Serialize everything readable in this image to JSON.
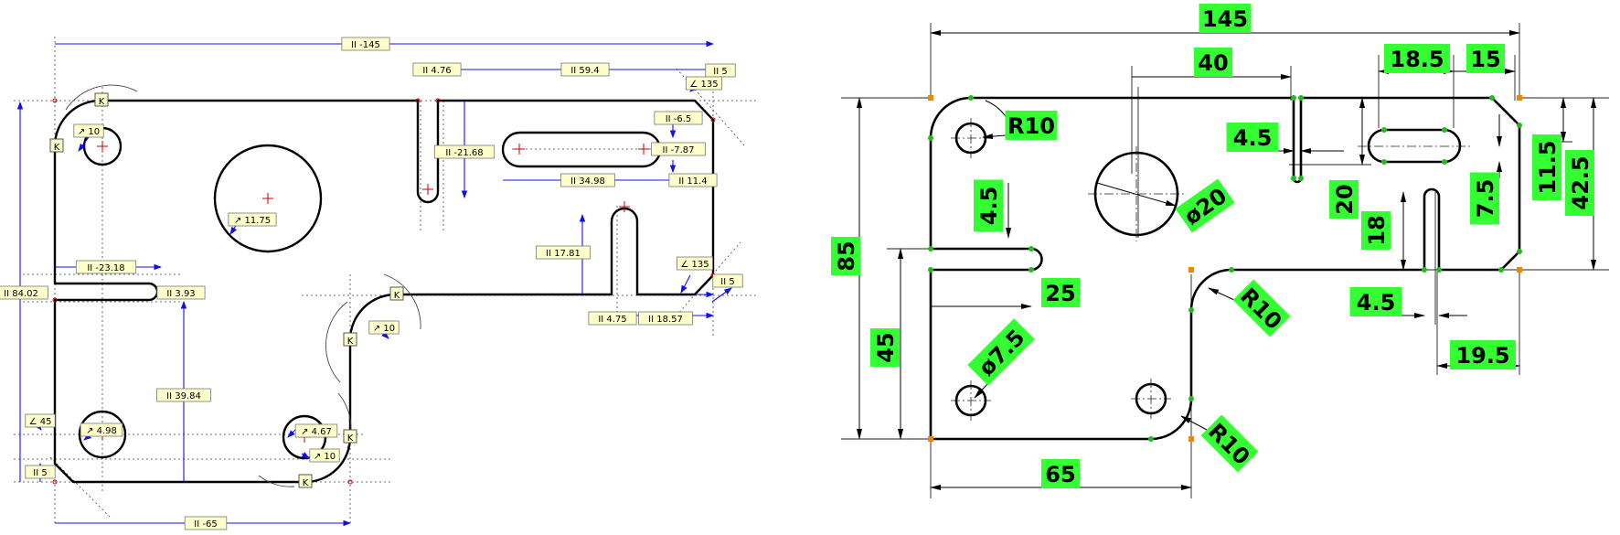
{
  "left_sketch": {
    "dimensions": [
      {
        "id": "d145",
        "sym": "II",
        "val": "-145"
      },
      {
        "id": "d59_4",
        "sym": "II",
        "val": "59.4"
      },
      {
        "id": "d4_76",
        "sym": "II",
        "val": "4.76"
      },
      {
        "id": "d21_68",
        "sym": "II",
        "val": "-21.68"
      },
      {
        "id": "d34_98",
        "sym": "II",
        "val": "34.98"
      },
      {
        "id": "d6_5",
        "sym": "II",
        "val": "-6.5"
      },
      {
        "id": "d7_87",
        "sym": "II",
        "val": "-7.87"
      },
      {
        "id": "d11_4",
        "sym": "II",
        "val": "11.4"
      },
      {
        "id": "d17_81",
        "sym": "II",
        "val": "17.81"
      },
      {
        "id": "d5a",
        "sym": "II",
        "val": "5"
      },
      {
        "id": "d5b",
        "sym": "II",
        "val": "5"
      },
      {
        "id": "d4_75",
        "sym": "II",
        "val": "4.75"
      },
      {
        "id": "d18_57",
        "sym": "II",
        "val": "18.57"
      },
      {
        "id": "d84_02",
        "sym": "II",
        "val": "84.02"
      },
      {
        "id": "d23_18",
        "sym": "II",
        "val": "-23.18"
      },
      {
        "id": "d3_93",
        "sym": "II",
        "val": "3.93"
      },
      {
        "id": "d39_84",
        "sym": "II",
        "val": "39.84"
      },
      {
        "id": "d5c",
        "sym": "II",
        "val": "5"
      },
      {
        "id": "d65",
        "sym": "II",
        "val": "-65"
      }
    ],
    "radii": [
      {
        "id": "r10a",
        "sym": "↗",
        "val": "10"
      },
      {
        "id": "r11_75",
        "sym": "↗",
        "val": "11.75"
      },
      {
        "id": "r10b",
        "sym": "↗",
        "val": "10"
      },
      {
        "id": "r4_98",
        "sym": "↗",
        "val": "4.98"
      },
      {
        "id": "r4_67",
        "sym": "↗",
        "val": "4.67"
      },
      {
        "id": "r10c",
        "sym": "↗",
        "val": "10"
      }
    ],
    "angles": [
      {
        "id": "a135a",
        "sym": "∠",
        "val": "135"
      },
      {
        "id": "a135b",
        "sym": "∠",
        "val": "135"
      },
      {
        "id": "a45",
        "sym": "∠",
        "val": "45"
      }
    ],
    "constraint_letter": "K"
  },
  "right_drawing": {
    "dimensions": [
      {
        "id": "t145",
        "text": "145"
      },
      {
        "id": "t40",
        "text": "40"
      },
      {
        "id": "t18_5",
        "text": "18.5"
      },
      {
        "id": "t15",
        "text": "15"
      },
      {
        "id": "tR10a",
        "text": "R10"
      },
      {
        "id": "t4_5a",
        "text": "4.5"
      },
      {
        "id": "t4_5b",
        "text": "4.5"
      },
      {
        "id": "tdia20",
        "text": "ø20"
      },
      {
        "id": "t85",
        "text": "85"
      },
      {
        "id": "t25",
        "text": "25"
      },
      {
        "id": "t45",
        "text": "45"
      },
      {
        "id": "tdia7_5",
        "text": "ø7.5"
      },
      {
        "id": "t20",
        "text": "20"
      },
      {
        "id": "t18",
        "text": "18"
      },
      {
        "id": "t11_5",
        "text": "11.5"
      },
      {
        "id": "t42_5",
        "text": "42.5"
      },
      {
        "id": "t7_5",
        "text": "7.5"
      },
      {
        "id": "tR10b",
        "text": "R10"
      },
      {
        "id": "t4_5c",
        "text": "4.5"
      },
      {
        "id": "t19_5",
        "text": "19.5"
      },
      {
        "id": "tR10c",
        "text": "R10"
      },
      {
        "id": "t65",
        "text": "65"
      }
    ],
    "label_color": "#33ff33"
  },
  "colors": {
    "outline": "#000000",
    "dimension": "#1010ee",
    "label_bg": "#ffffcc",
    "constraint": "#cc0000"
  }
}
